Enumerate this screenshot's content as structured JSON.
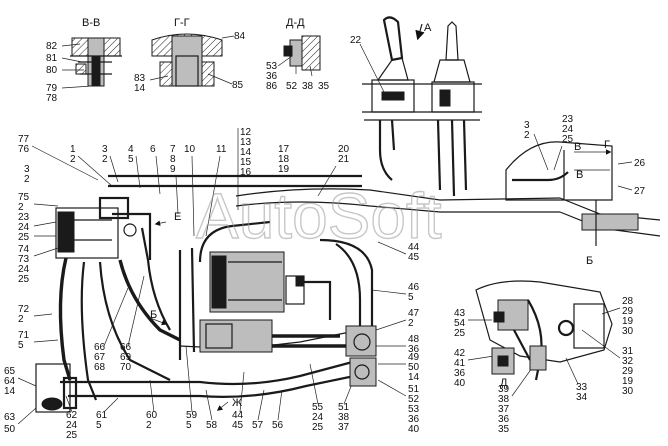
{
  "sections": [
    {
      "id": "bb",
      "text": "В-В"
    },
    {
      "id": "gg",
      "text": "Г-Г"
    },
    {
      "id": "dd",
      "text": "Д-Д"
    }
  ],
  "view_letters": [
    {
      "id": "a",
      "text": "А"
    },
    {
      "id": "b1",
      "text": "Б"
    },
    {
      "id": "b2",
      "text": "Б"
    },
    {
      "id": "v1",
      "text": "В"
    },
    {
      "id": "v2",
      "text": "В"
    },
    {
      "id": "g",
      "text": "Г"
    },
    {
      "id": "d",
      "text": "Д"
    },
    {
      "id": "e",
      "text": "Е"
    },
    {
      "id": "zh",
      "text": "Ж"
    }
  ],
  "callouts": [
    {
      "id": "c82",
      "text": "82"
    },
    {
      "id": "c81",
      "text": "81"
    },
    {
      "id": "c80",
      "text": "80"
    },
    {
      "id": "c79",
      "text": "79"
    },
    {
      "id": "c78",
      "text": "78"
    },
    {
      "id": "c84",
      "text": "84"
    },
    {
      "id": "c83",
      "text": "83"
    },
    {
      "id": "c14a",
      "text": "14"
    },
    {
      "id": "c85",
      "text": "85"
    },
    {
      "id": "c53",
      "text": "53"
    },
    {
      "id": "c36a",
      "text": "36"
    },
    {
      "id": "c86",
      "text": "86"
    },
    {
      "id": "c52",
      "text": "52"
    },
    {
      "id": "c38a",
      "text": "38"
    },
    {
      "id": "c35",
      "text": "35"
    },
    {
      "id": "c22",
      "text": "22"
    },
    {
      "id": "c77",
      "text": "77"
    },
    {
      "id": "c76",
      "text": "76"
    },
    {
      "id": "c1a",
      "text": "1"
    },
    {
      "id": "c2a",
      "text": "2"
    },
    {
      "id": "c3a",
      "text": "3"
    },
    {
      "id": "c2b",
      "text": "2"
    },
    {
      "id": "c4",
      "text": "4"
    },
    {
      "id": "c5a",
      "text": "5"
    },
    {
      "id": "c6",
      "text": "6"
    },
    {
      "id": "c7",
      "text": "7"
    },
    {
      "id": "c8",
      "text": "8"
    },
    {
      "id": "c9",
      "text": "9"
    },
    {
      "id": "c10",
      "text": "10"
    },
    {
      "id": "c11",
      "text": "11"
    },
    {
      "id": "c12",
      "text": "12"
    },
    {
      "id": "c13",
      "text": "13"
    },
    {
      "id": "c14b",
      "text": "14"
    },
    {
      "id": "c15",
      "text": "15"
    },
    {
      "id": "c16",
      "text": "16"
    },
    {
      "id": "c17",
      "text": "17"
    },
    {
      "id": "c18",
      "text": "18"
    },
    {
      "id": "c19a",
      "text": "19"
    },
    {
      "id": "c20",
      "text": "20"
    },
    {
      "id": "c21",
      "text": "21"
    },
    {
      "id": "c3b",
      "text": "3"
    },
    {
      "id": "c2c",
      "text": "2"
    },
    {
      "id": "c23a",
      "text": "23"
    },
    {
      "id": "c24a",
      "text": "24"
    },
    {
      "id": "c25a",
      "text": "25"
    },
    {
      "id": "c3c",
      "text": "3"
    },
    {
      "id": "c2d",
      "text": "2"
    },
    {
      "id": "c75",
      "text": "75"
    },
    {
      "id": "c2e",
      "text": "2"
    },
    {
      "id": "c23b",
      "text": "23"
    },
    {
      "id": "c24b",
      "text": "24"
    },
    {
      "id": "c25b",
      "text": "25"
    },
    {
      "id": "c26",
      "text": "26"
    },
    {
      "id": "c27",
      "text": "27"
    },
    {
      "id": "c74",
      "text": "74"
    },
    {
      "id": "c73",
      "text": "73"
    },
    {
      "id": "c24c",
      "text": "24"
    },
    {
      "id": "c25c",
      "text": "25"
    },
    {
      "id": "c44a",
      "text": "44"
    },
    {
      "id": "c45a",
      "text": "45"
    },
    {
      "id": "c46",
      "text": "46"
    },
    {
      "id": "c5b",
      "text": "5"
    },
    {
      "id": "c72",
      "text": "72"
    },
    {
      "id": "c2f",
      "text": "2"
    },
    {
      "id": "c47",
      "text": "47"
    },
    {
      "id": "c2g",
      "text": "2"
    },
    {
      "id": "c71",
      "text": "71"
    },
    {
      "id": "c5c",
      "text": "5"
    },
    {
      "id": "c66a",
      "text": "66"
    },
    {
      "id": "c67",
      "text": "67"
    },
    {
      "id": "c68",
      "text": "68"
    },
    {
      "id": "c66b",
      "text": "66"
    },
    {
      "id": "c69",
      "text": "69"
    },
    {
      "id": "c70",
      "text": "70"
    },
    {
      "id": "c48",
      "text": "48"
    },
    {
      "id": "c36b",
      "text": "36"
    },
    {
      "id": "c65",
      "text": "65"
    },
    {
      "id": "c64",
      "text": "64"
    },
    {
      "id": "c14c",
      "text": "14"
    },
    {
      "id": "c49",
      "text": "49"
    },
    {
      "id": "c50a",
      "text": "50"
    },
    {
      "id": "c14d",
      "text": "14"
    },
    {
      "id": "c43",
      "text": "43"
    },
    {
      "id": "c54",
      "text": "54"
    },
    {
      "id": "c25d",
      "text": "25"
    },
    {
      "id": "c42",
      "text": "42"
    },
    {
      "id": "c41",
      "text": "41"
    },
    {
      "id": "c36c",
      "text": "36"
    },
    {
      "id": "c40a",
      "text": "40"
    },
    {
      "id": "c28",
      "text": "28"
    },
    {
      "id": "c29a",
      "text": "29"
    },
    {
      "id": "c19b",
      "text": "19"
    },
    {
      "id": "c30a",
      "text": "30"
    },
    {
      "id": "c31",
      "text": "31"
    },
    {
      "id": "c32",
      "text": "32"
    },
    {
      "id": "c29b",
      "text": "29"
    },
    {
      "id": "c19c",
      "text": "19"
    },
    {
      "id": "c30b",
      "text": "30"
    },
    {
      "id": "c33",
      "text": "33"
    },
    {
      "id": "c34",
      "text": "34"
    },
    {
      "id": "c39",
      "text": "39"
    },
    {
      "id": "c38b",
      "text": "38"
    },
    {
      "id": "c37a",
      "text": "37"
    },
    {
      "id": "c36d",
      "text": "36"
    },
    {
      "id": "c35b",
      "text": "35"
    },
    {
      "id": "c55",
      "text": "55"
    },
    {
      "id": "c24d",
      "text": "24"
    },
    {
      "id": "c25e",
      "text": "25"
    },
    {
      "id": "c51a",
      "text": "51"
    },
    {
      "id": "c38c",
      "text": "38"
    },
    {
      "id": "c37b",
      "text": "37"
    },
    {
      "id": "c51b",
      "text": "51"
    },
    {
      "id": "c52b",
      "text": "52"
    },
    {
      "id": "c53b",
      "text": "53"
    },
    {
      "id": "c36e",
      "text": "36"
    },
    {
      "id": "c40b",
      "text": "40"
    },
    {
      "id": "c44b",
      "text": "44"
    },
    {
      "id": "c45b",
      "text": "45"
    },
    {
      "id": "c57",
      "text": "57"
    },
    {
      "id": "c56",
      "text": "56"
    },
    {
      "id": "c59",
      "text": "59"
    },
    {
      "id": "c5d",
      "text": "5"
    },
    {
      "id": "c58",
      "text": "58"
    },
    {
      "id": "c60",
      "text": "60"
    },
    {
      "id": "c2h",
      "text": "2"
    },
    {
      "id": "c61",
      "text": "61"
    },
    {
      "id": "c5e",
      "text": "5"
    },
    {
      "id": "c62",
      "text": "62"
    },
    {
      "id": "c24e",
      "text": "24"
    },
    {
      "id": "c25f",
      "text": "25"
    },
    {
      "id": "c63",
      "text": "63"
    },
    {
      "id": "c50b",
      "text": "50"
    }
  ],
  "watermark": "AutoSoft"
}
